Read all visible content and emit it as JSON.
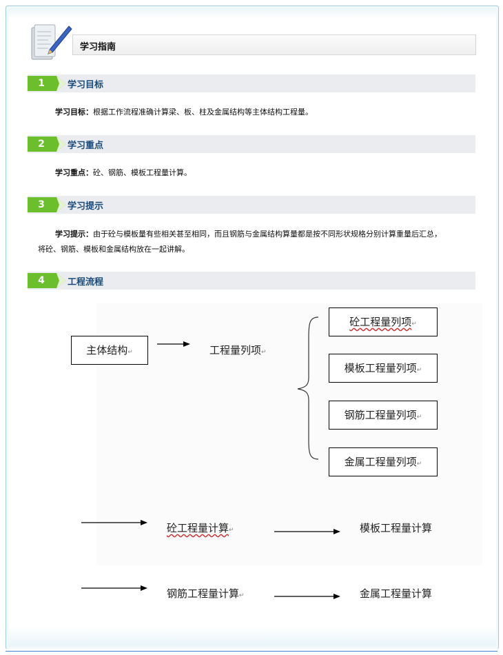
{
  "header": {
    "title": "学习指南"
  },
  "sections": [
    {
      "num": "1",
      "label": "学习目标",
      "para_bold": "学习目标：",
      "para_text": "根据工作流程准确计算梁、板、柱及金属结构等主体结构工程量。"
    },
    {
      "num": "2",
      "label": "学习重点",
      "para_bold": "学习重点：",
      "para_text": "砼、钢筋、模板工程量计算。"
    },
    {
      "num": "3",
      "label": "学习提示",
      "para_bold": "学习提示：",
      "para_text": "由于砼与模板量有些相关甚至相同，而且钢筋与金属结构算量都是按不同形状规格分别计算重量后汇总，",
      "para_text2": "将砼、钢筋、模板和金属结构放在一起讲解。"
    },
    {
      "num": "4",
      "label": "工程流程"
    }
  ],
  "diagram": {
    "main": "主体结构",
    "list": "工程量列项",
    "items": [
      "砼工程量列项",
      "模板工程量列项",
      "钢筋工程量列项",
      "金属工程量列项"
    ],
    "calc": [
      "砼工程量计算",
      "模板工程量计算",
      "钢筋工程量计算",
      "金属工程量计算"
    ],
    "para_mark": "↵"
  },
  "icons": {
    "guide": "news-pen-icon",
    "arrow": "arrow-right-icon"
  },
  "colors": {
    "accent_green": "#6cbf2c",
    "title_blue": "#1a4a7a",
    "frame": "#9fcad8"
  }
}
